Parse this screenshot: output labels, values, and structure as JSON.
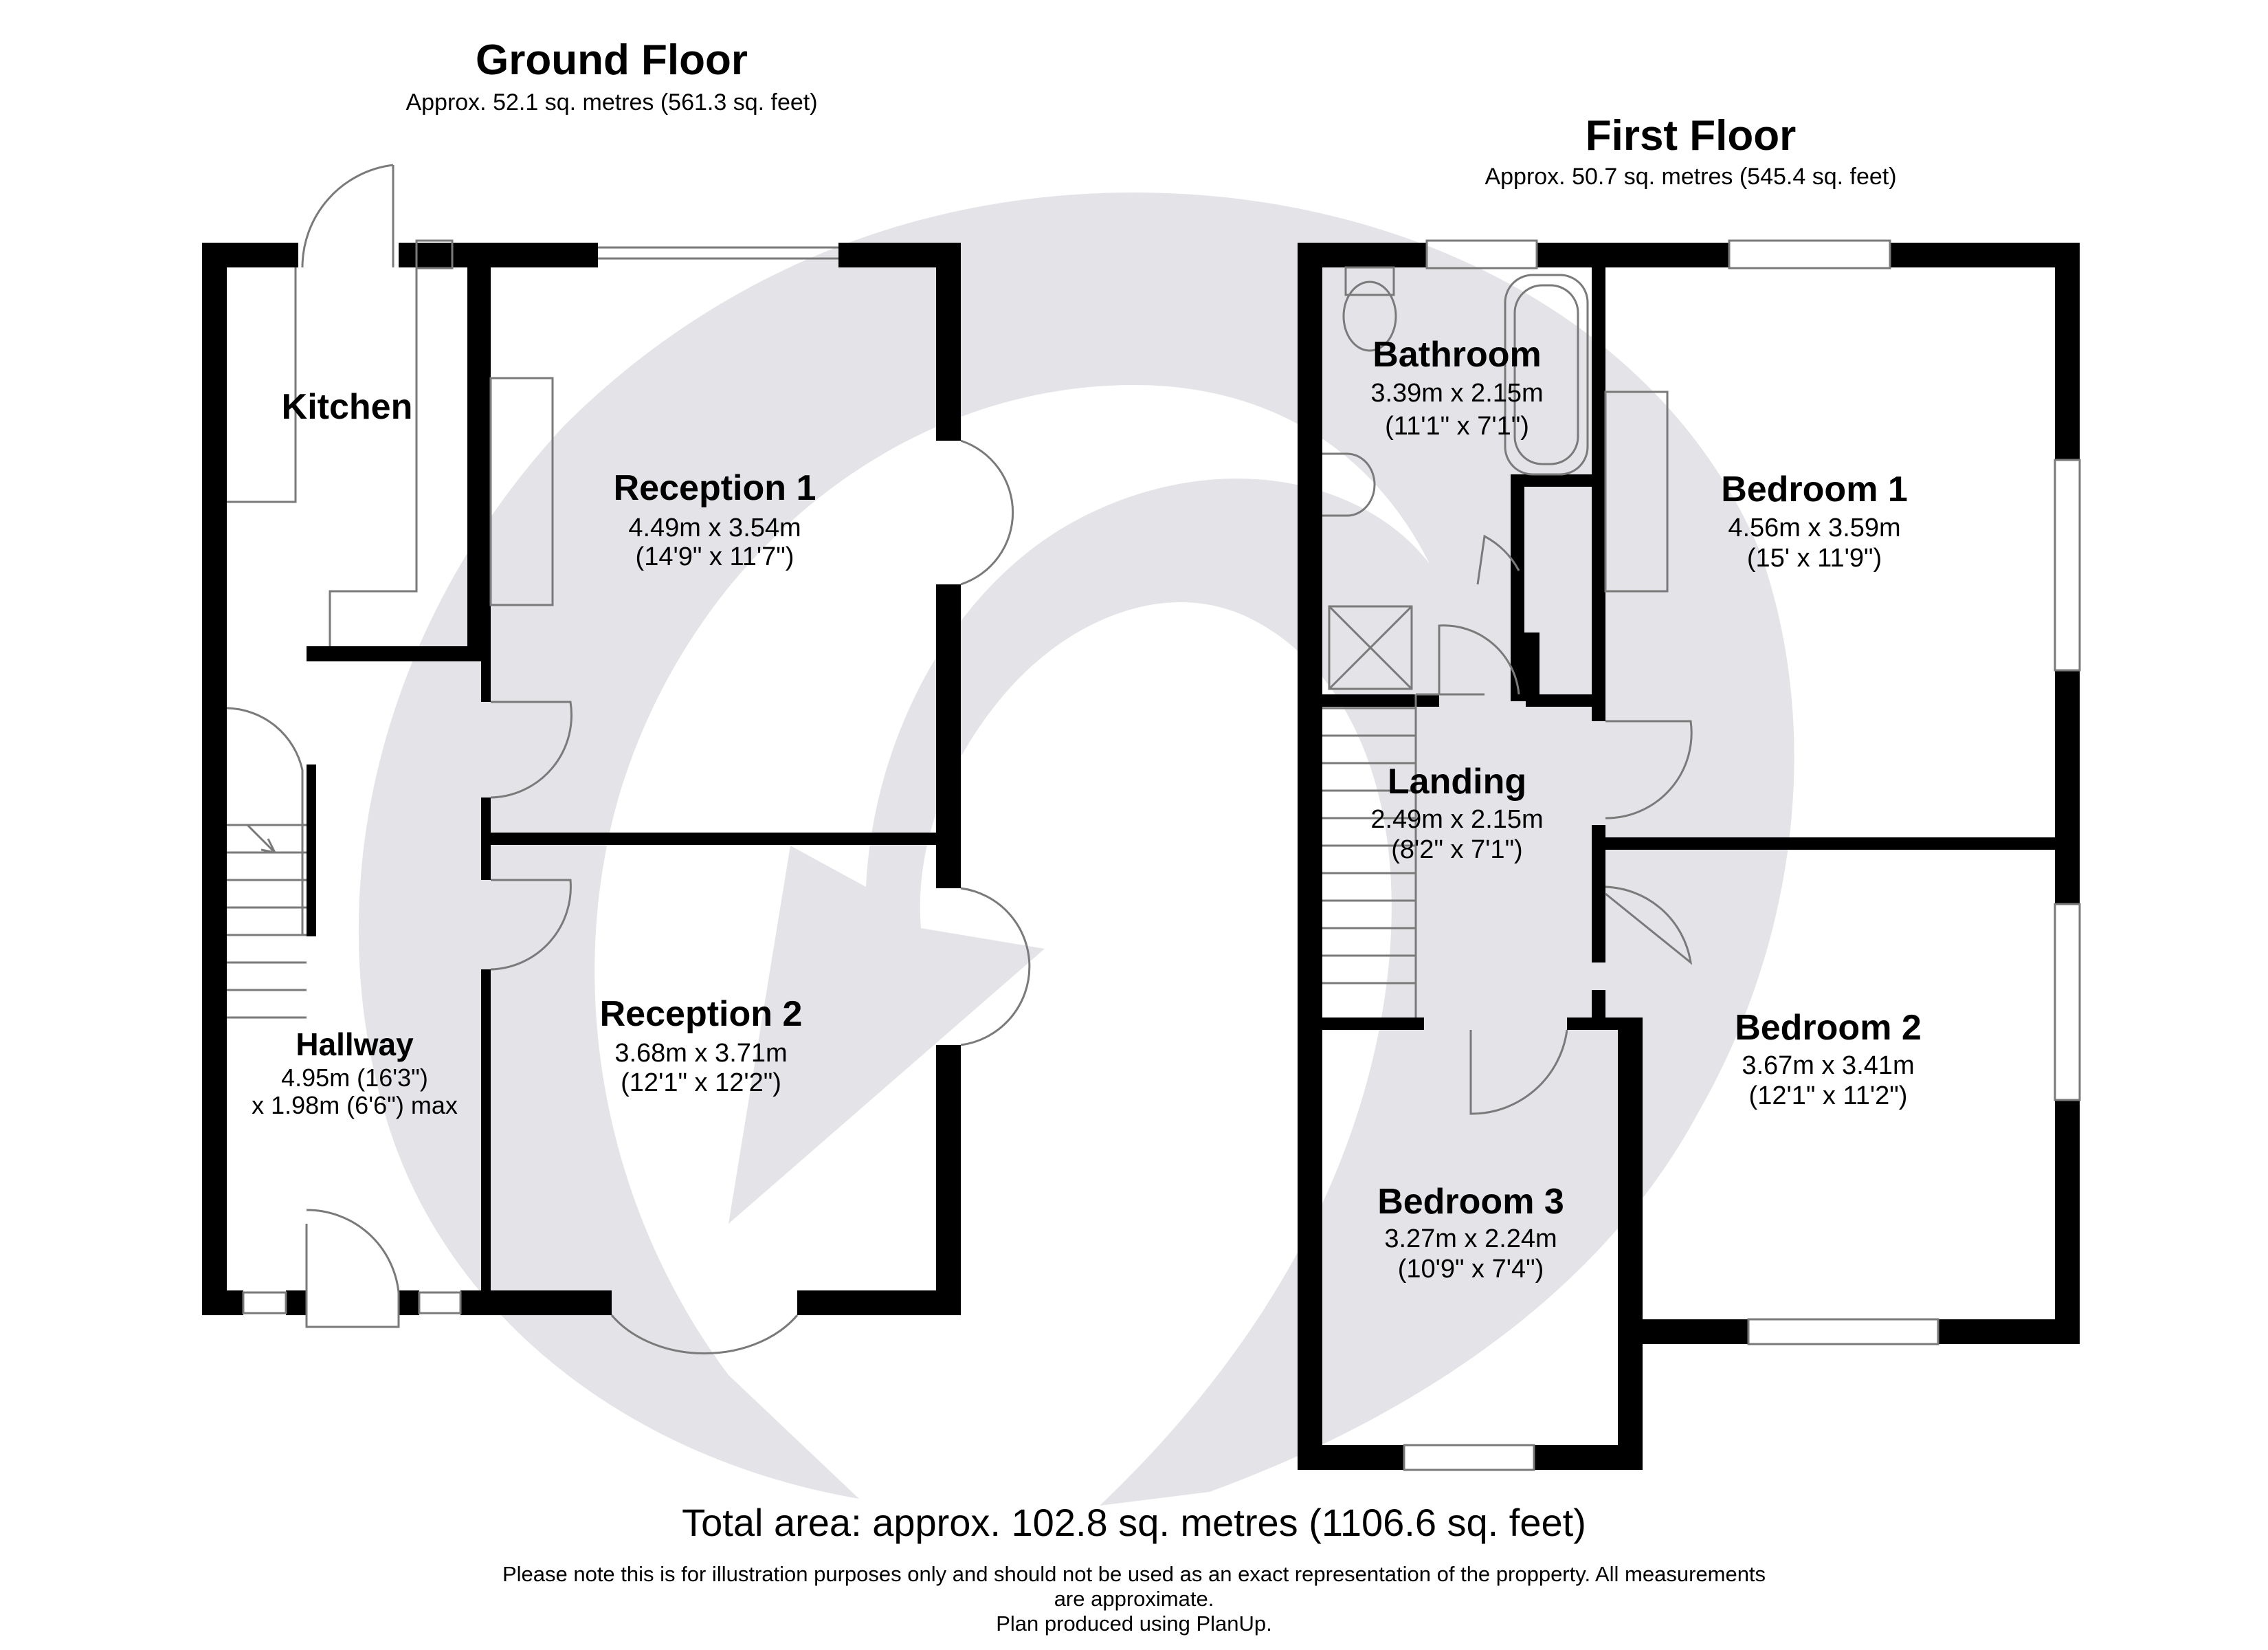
{
  "ground_floor": {
    "title": "Ground Floor",
    "area": "Approx. 52.1 sq. metres (561.3 sq. feet)",
    "rooms": {
      "kitchen": {
        "name": "Kitchen"
      },
      "reception1": {
        "name": "Reception 1",
        "dim_metric": "4.49m x 3.54m",
        "dim_imperial": "(14'9\" x 11'7\")"
      },
      "reception2": {
        "name": "Reception 2",
        "dim_metric": "3.68m x 3.71m",
        "dim_imperial": "(12'1\" x 12'2\")"
      },
      "hallway": {
        "name": "Hallway",
        "dim_metric": "4.95m (16'3\")",
        "dim_imperial": "x 1.98m (6'6\") max"
      }
    }
  },
  "first_floor": {
    "title": "First Floor",
    "area": "Approx. 50.7 sq. metres (545.4 sq. feet)",
    "rooms": {
      "bathroom": {
        "name": "Bathroom",
        "dim_metric": "3.39m x 2.15m",
        "dim_imperial": "(11'1\" x 7'1\")"
      },
      "bedroom1": {
        "name": "Bedroom 1",
        "dim_metric": "4.56m x 3.59m",
        "dim_imperial": "(15' x 11'9\")"
      },
      "landing": {
        "name": "Landing",
        "dim_metric": "2.49m x 2.15m",
        "dim_imperial": "(8'2\" x 7'1\")"
      },
      "bedroom2": {
        "name": "Bedroom 2",
        "dim_metric": "3.67m x 3.41m",
        "dim_imperial": "(12'1\" x 11'2\")"
      },
      "bedroom3": {
        "name": "Bedroom 3",
        "dim_metric": "3.27m x 2.24m",
        "dim_imperial": "(10'9\" x 7'4\")"
      }
    }
  },
  "footer": {
    "total": "Total area: approx. 102.8 sq. metres (1106.6 sq. feet)",
    "disclaimer_line1": "Please note this is for illustration purposes only and should not be used as an exact representation of the propperty. All measurements",
    "disclaimer_line2": "are approximate.",
    "credit": "Plan produced using PlanUp."
  },
  "colors": {
    "wall": "#000000",
    "watermark": "#e4e4e8",
    "line": "#7a7a7a",
    "background": "#ffffff"
  }
}
